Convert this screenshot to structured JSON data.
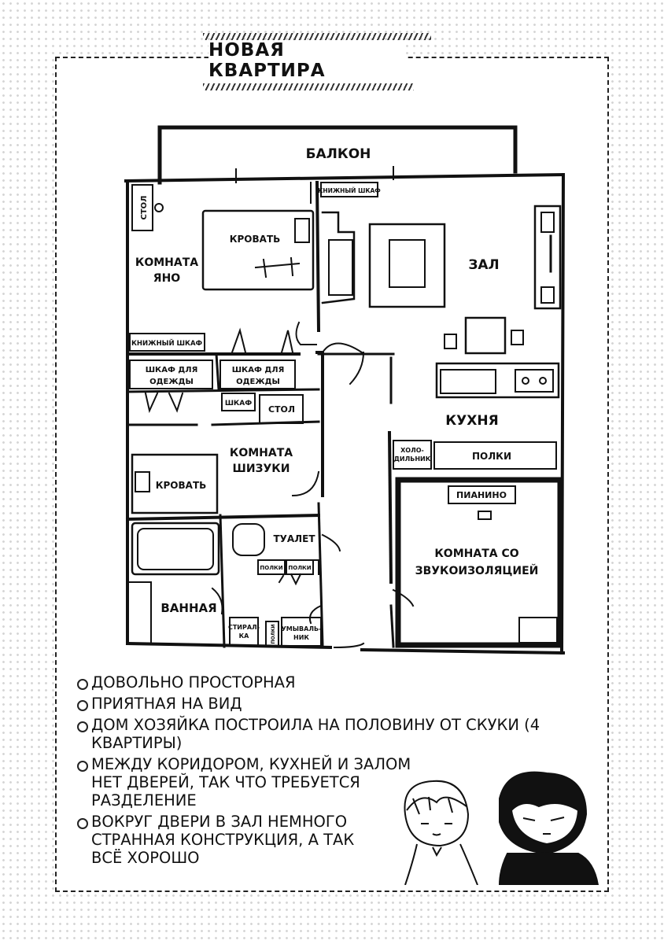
{
  "title": "НОВАЯ КВАРТИРА",
  "rooms": {
    "balcony": "БАЛКОН",
    "living": "ЗАЛ",
    "kitchen": "КУХНЯ",
    "yano_1": "КОМНАТА",
    "yano_2": "ЯНО",
    "shizuki_1": "КОМНАТА",
    "shizuki_2": "ШИЗУКИ",
    "bath": "ВАННАЯ",
    "toilet": "ТУАЛЕТ",
    "sound_1": "КОМНАТА СО",
    "sound_2": "ЗВУКОИЗОЛЯЦИЕЙ"
  },
  "furniture": {
    "desk_yano": "СТОЛ",
    "bed_yano": "КРОВАТЬ",
    "bookshelf_living": "КНИЖНЫЙ ШКАФ",
    "bookshelf_yano": "КНИЖНЫЙ ШКАФ",
    "wardrobe_1_l1": "ШКАФ ДЛЯ",
    "wardrobe_1_l2": "ОДЕЖДЫ",
    "wardrobe_2_l1": "ШКАФ ДЛЯ",
    "wardrobe_2_l2": "ОДЕЖДЫ",
    "shelf_small": "ШКАФ",
    "desk_shizuki": "СТОЛ",
    "bed_shizuki": "КРОВАТЬ",
    "fridge_l1": "ХОЛО-",
    "fridge_l2": "ДИЛЬНИК",
    "shelves_kitchen": "ПОЛКИ",
    "piano": "ПИАНИНО",
    "shelves_toilet_1": "ПОЛКИ",
    "shelves_toilet_2": "ПОЛКИ",
    "washer_l1": "СТИРАЛ-",
    "washer_l2": "КА",
    "shelves_bath": "ПОЛКИ",
    "sink_l1": "УМЫВАЛЬ-",
    "sink_l2": "НИК"
  },
  "notes": [
    "ДОВОЛЬНО ПРОСТОРНАЯ",
    "ПРИЯТНАЯ НА ВИД",
    "ДОМ ХОЗЯЙКА ПОСТРОИЛА НА ПОЛОВИНУ ОТ СКУКИ (4 КВАРТИРЫ)",
    "МЕЖДУ КОРИДОРОМ, КУХНЕЙ И ЗАЛОМ\nНЕТ ДВЕРЕЙ, ТАК ЧТО ТРЕБУЕТСЯ\nРАЗДЕЛЕНИЕ",
    "ВОКРУГ ДВЕРИ В ЗАЛ НЕМНОГО\nСТРАННАЯ КОНСТРУКЦИЯ, А ТАК\nВСЁ ХОРОШО"
  ]
}
